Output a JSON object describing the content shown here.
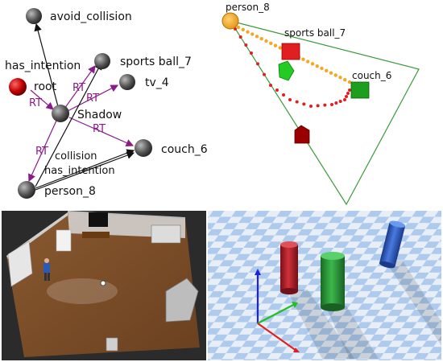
{
  "scene_graph": {
    "nodes": {
      "avoid_collision": "avoid_collision",
      "has_intention_top": "has_intention",
      "root": "root",
      "sports_ball": "sports ball_7",
      "tv": "tv_4",
      "shadow": "Shadow",
      "couch": "couch_6",
      "person": "person_8"
    },
    "edge_labels": {
      "rt": "RT",
      "collision": "collision",
      "has_intention_bottom": "has_intention"
    },
    "colors": {
      "rt_edge": "#8b1a8b",
      "plain_edge": "#111111",
      "node": "#555555",
      "root_node": "#c00000"
    }
  },
  "top_down_plan": {
    "labels": {
      "person": "person_8",
      "sports_ball": "sports ball_7",
      "couch": "couch_6"
    },
    "colors": {
      "view_cone": "#3a9a3a",
      "trajectory_a": "#f5a623",
      "trajectory_b": "#e02020",
      "person": "#f0a020",
      "ball": "#e02020",
      "couch": "#1e9e1e",
      "tv": "#9a0000",
      "robot": "#22cc22"
    }
  },
  "room_render": {
    "description_icons": [
      "door-icon",
      "shelf-icon",
      "tv-icon",
      "sofa-icon",
      "person-icon",
      "ball-icon"
    ]
  },
  "cylinder_scene": {
    "colors": {
      "red": "#b0202a",
      "green": "#2a9a3a",
      "blue": "#2a5ac8",
      "axis_x": "#e02020",
      "axis_y": "#20c020",
      "axis_z": "#2020e0"
    }
  }
}
